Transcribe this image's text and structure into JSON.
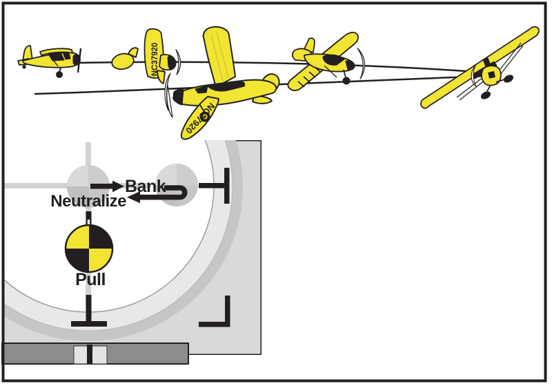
{
  "figure": {
    "description": "Model-airplane flight instruction diagram: five yellow high-wing airplanes fly a climbing turnaround maneuver along two converging flight-path lines, above a zoomed-in transmitter stick inset showing the control inputs.",
    "labels": {
      "bank": "Bank",
      "neutralize": "Neutralize",
      "pull": "Pull"
    },
    "aircraft": {
      "registration": "NC37920",
      "count": 5,
      "poses": [
        "level flight, side view, flying right",
        "steep bank, front view, wing vertical",
        "steep bank toward viewer, three-quarter front view",
        "banked descent, rear three-quarter view",
        "knife-edge turnaround, underside view at far right"
      ]
    },
    "flight_path": {
      "upper_line": "outbound path from lead airplane nose to turnaround point at right",
      "lower_line": "return path from lower left converging at turnaround point"
    },
    "transmitter_inset": {
      "control_sequence": [
        "Bank",
        "Neutralize",
        "Pull"
      ],
      "stick_positions": [
        "neutral stick",
        "right-deflected stick"
      ],
      "elements": [
        "stick well",
        "gimbal crosshair",
        "travel-limit T-mark right",
        "travel-limit T-mark bottom",
        "corner bracket",
        "trim slider with knob"
      ]
    },
    "colors": {
      "airplane_yellow": "#f1e433",
      "ink_black": "#231f20",
      "panel_gray": "#d9d9d9",
      "band_outer_gray": "#c6c6c6",
      "band_inner_gray": "#e8e8e8",
      "stick_circle_gray": "#cbcbcb",
      "crosshair_gray": "#d2d2d2",
      "trim_bar_gray": "#8c8c8c",
      "background": "#ffffff"
    }
  }
}
